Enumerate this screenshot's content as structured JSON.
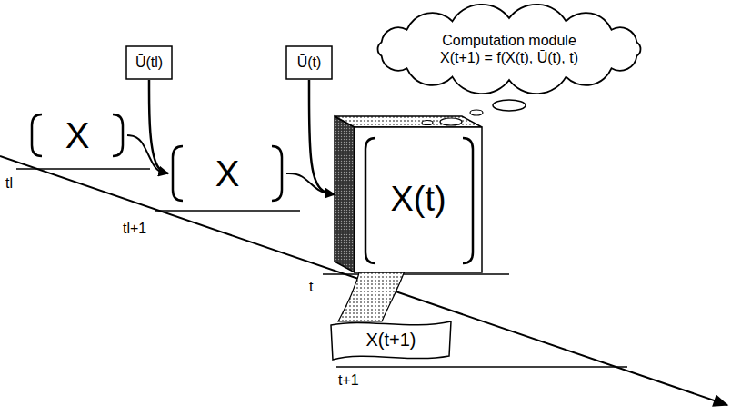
{
  "diagram": {
    "nodes": [
      {
        "text": [
          "Computation module",
          "X(t+1) = f(X(t), Ū(t), t)"
        ]
      },
      {
        "text": [
          "X"
        ]
      },
      {
        "text": [
          "Ū(tl)"
        ]
      },
      {
        "text": [
          "X"
        ]
      },
      {
        "text": [
          "Ū(t)"
        ]
      },
      {
        "text": [
          "X(t)"
        ]
      },
      {
        "text": [
          "X(t+1)"
        ]
      }
    ],
    "edges": [
      {
        "from": 1,
        "to": 3,
        "arrow": "none"
      },
      {
        "from": 2,
        "to": 3,
        "arrow": "to"
      },
      {
        "from": 3,
        "to": 5,
        "arrow": "none"
      },
      {
        "from": 4,
        "to": 5,
        "arrow": "to"
      }
    ],
    "labels": [
      "tl",
      "tl+1",
      "t",
      "t+1"
    ]
  }
}
